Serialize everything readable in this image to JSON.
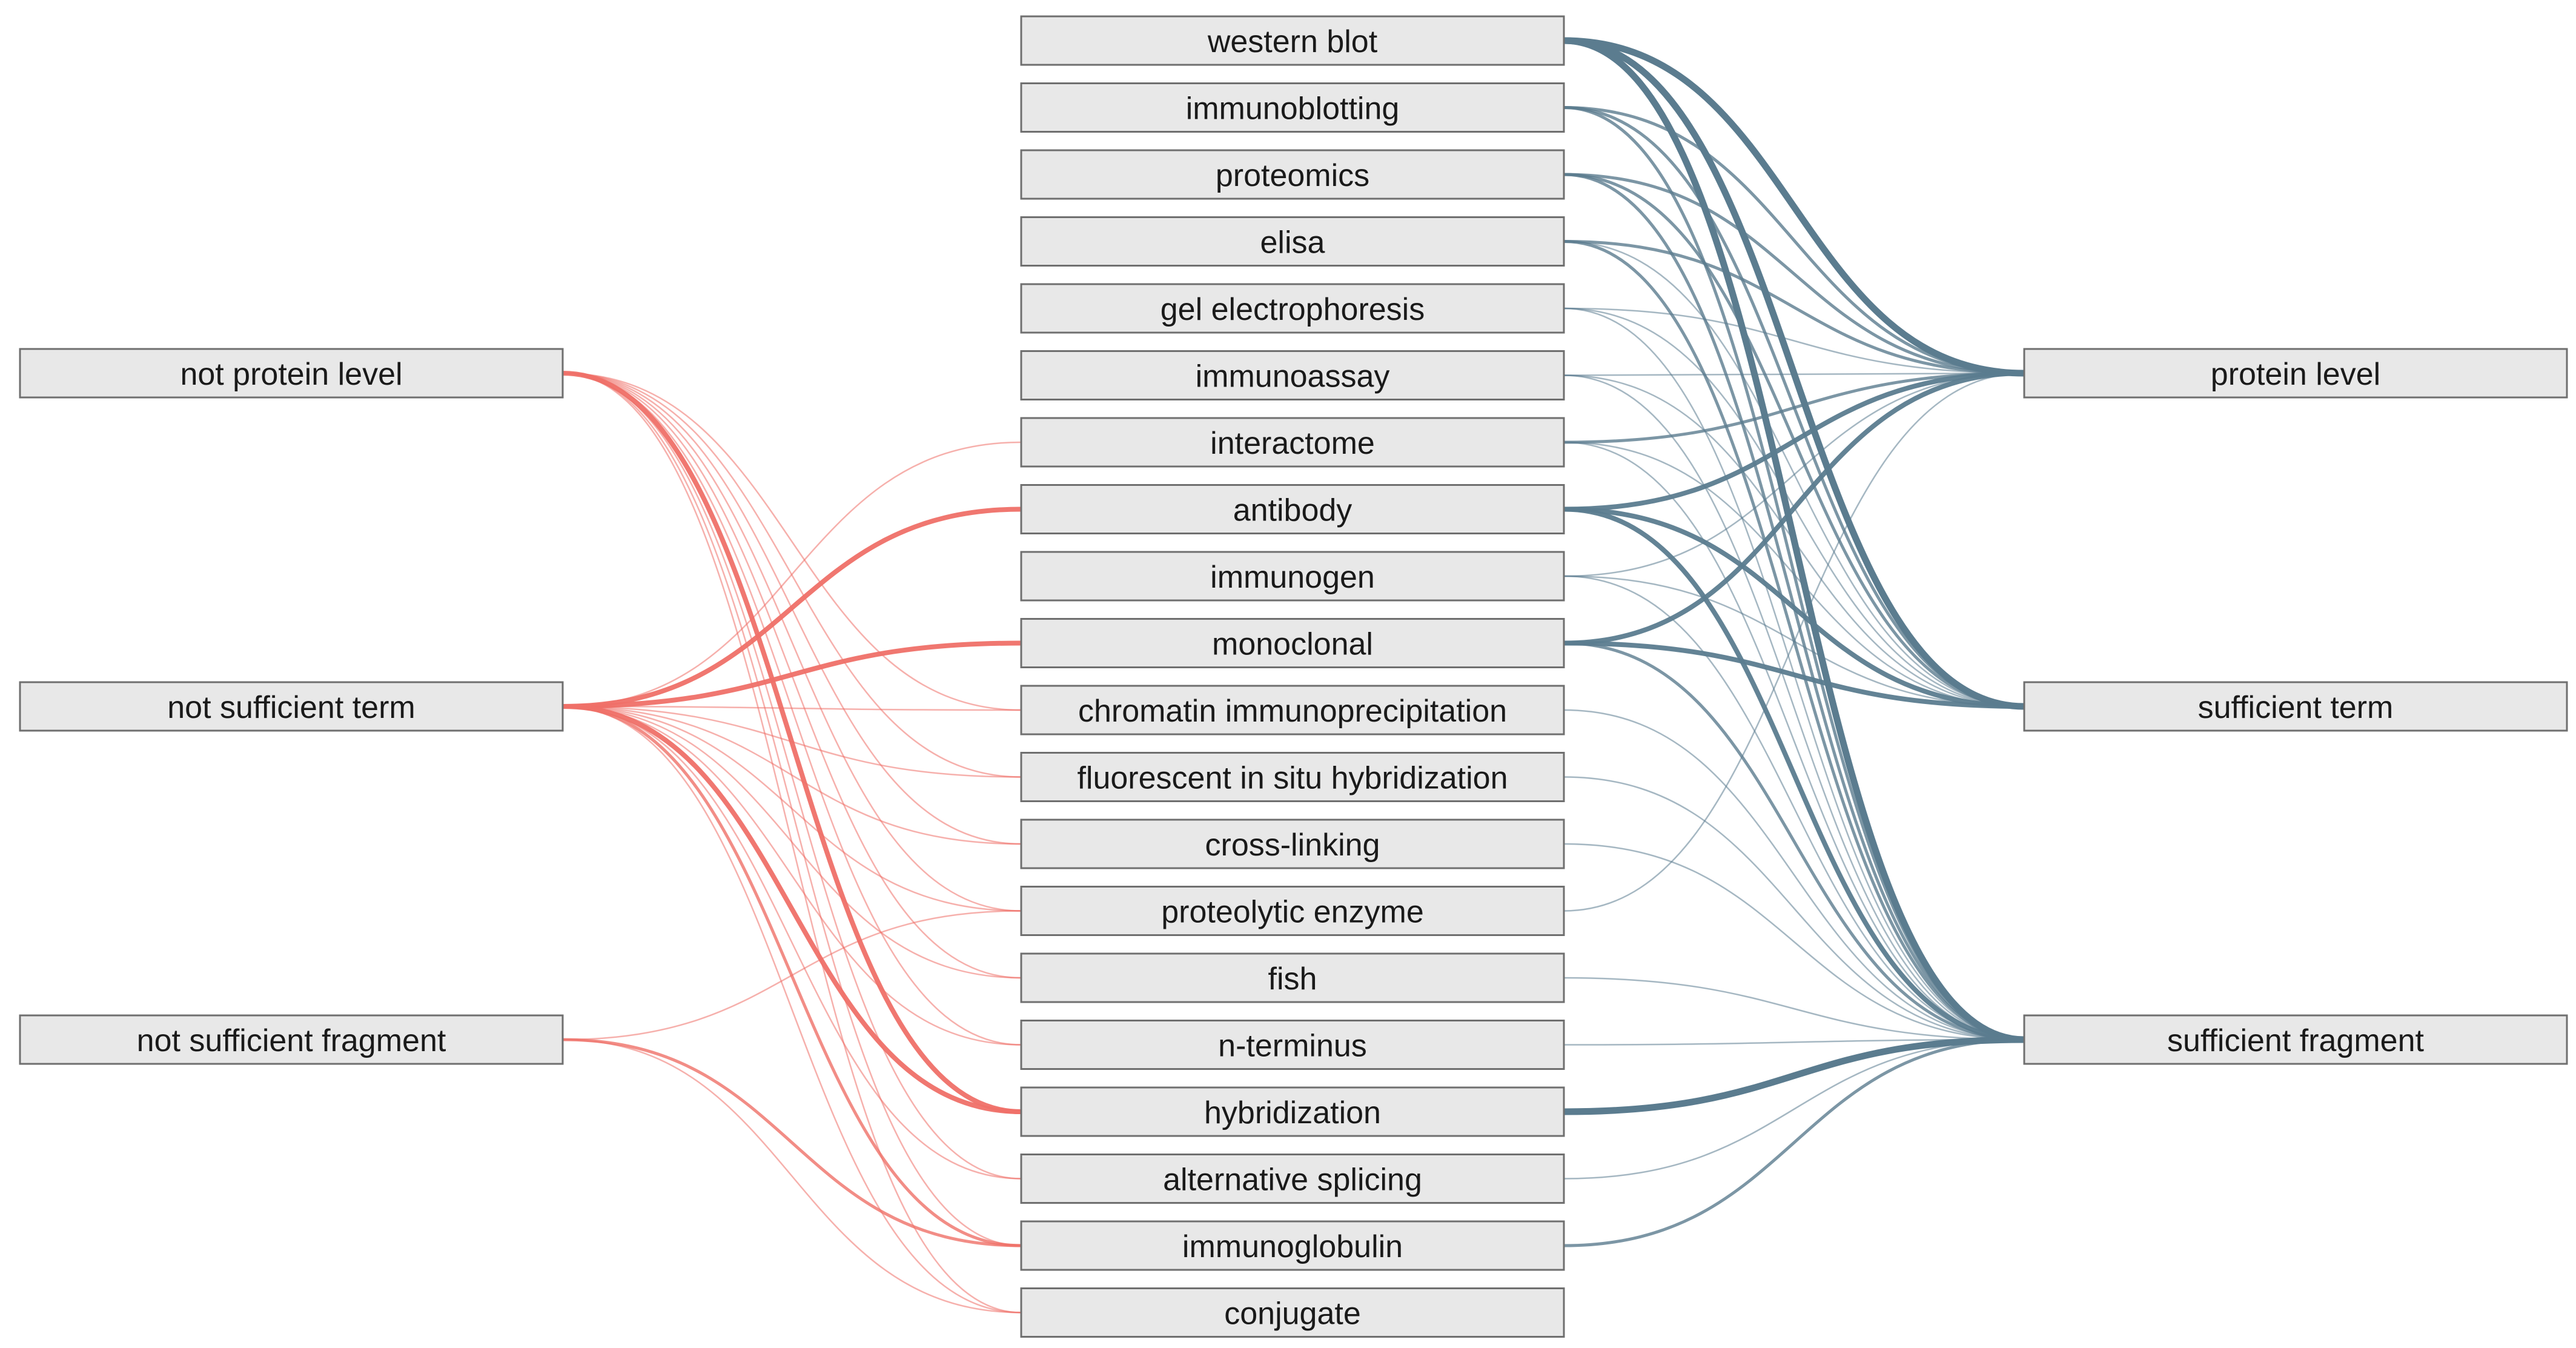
{
  "colors": {
    "negative_edge": "#ef7068",
    "positive_edge": "#5b7c8f",
    "node_fill": "#e8e8e8",
    "node_border": "#6f6f6f"
  },
  "left_nodes": [
    {
      "id": "npl",
      "label": "not protein level"
    },
    {
      "id": "nst",
      "label": "not sufficient term"
    },
    {
      "id": "nsf",
      "label": "not sufficient fragment"
    }
  ],
  "middle_nodes": [
    {
      "id": "wb",
      "label": "western blot"
    },
    {
      "id": "ib",
      "label": "immunoblotting"
    },
    {
      "id": "prot",
      "label": "proteomics"
    },
    {
      "id": "elisa",
      "label": "elisa"
    },
    {
      "id": "gel",
      "label": "gel electrophoresis"
    },
    {
      "id": "ia",
      "label": "immunoassay"
    },
    {
      "id": "inter",
      "label": "interactome"
    },
    {
      "id": "ab",
      "label": "antibody"
    },
    {
      "id": "img",
      "label": "immunogen"
    },
    {
      "id": "mono",
      "label": "monoclonal"
    },
    {
      "id": "chip",
      "label": "chromatin immunoprecipitation"
    },
    {
      "id": "fisf",
      "label": "fluorescent in situ hybridization"
    },
    {
      "id": "xl",
      "label": "cross-linking"
    },
    {
      "id": "pe",
      "label": "proteolytic enzyme"
    },
    {
      "id": "fish",
      "label": "fish"
    },
    {
      "id": "nterm",
      "label": "n-terminus"
    },
    {
      "id": "hyb",
      "label": "hybridization"
    },
    {
      "id": "alt",
      "label": "alternative splicing"
    },
    {
      "id": "igl",
      "label": "immunoglobulin"
    },
    {
      "id": "conj",
      "label": "conjugate"
    }
  ],
  "right_nodes": [
    {
      "id": "pl",
      "label": "protein level"
    },
    {
      "id": "st",
      "label": "sufficient term"
    },
    {
      "id": "sf",
      "label": "sufficient fragment"
    }
  ],
  "edges_left": [
    {
      "from": "npl",
      "to": "chip",
      "weight": 1
    },
    {
      "from": "npl",
      "to": "fisf",
      "weight": 1
    },
    {
      "from": "npl",
      "to": "xl",
      "weight": 1
    },
    {
      "from": "npl",
      "to": "pe",
      "weight": 1
    },
    {
      "from": "npl",
      "to": "fish",
      "weight": 1
    },
    {
      "from": "npl",
      "to": "nterm",
      "weight": 1
    },
    {
      "from": "npl",
      "to": "hyb",
      "weight": 3
    },
    {
      "from": "npl",
      "to": "alt",
      "weight": 1
    },
    {
      "from": "npl",
      "to": "igl",
      "weight": 1
    },
    {
      "from": "npl",
      "to": "conj",
      "weight": 1
    },
    {
      "from": "nst",
      "to": "inter",
      "weight": 1
    },
    {
      "from": "nst",
      "to": "ab",
      "weight": 3
    },
    {
      "from": "nst",
      "to": "mono",
      "weight": 3
    },
    {
      "from": "nst",
      "to": "chip",
      "weight": 1
    },
    {
      "from": "nst",
      "to": "fisf",
      "weight": 1
    },
    {
      "from": "nst",
      "to": "xl",
      "weight": 1
    },
    {
      "from": "nst",
      "to": "pe",
      "weight": 1
    },
    {
      "from": "nst",
      "to": "fish",
      "weight": 1
    },
    {
      "from": "nst",
      "to": "nterm",
      "weight": 1
    },
    {
      "from": "nst",
      "to": "hyb",
      "weight": 3
    },
    {
      "from": "nst",
      "to": "alt",
      "weight": 1
    },
    {
      "from": "nst",
      "to": "igl",
      "weight": 2
    },
    {
      "from": "nst",
      "to": "conj",
      "weight": 1
    },
    {
      "from": "nsf",
      "to": "pe",
      "weight": 1
    },
    {
      "from": "nsf",
      "to": "igl",
      "weight": 2
    },
    {
      "from": "nsf",
      "to": "conj",
      "weight": 1
    }
  ],
  "edges_right": [
    {
      "from": "wb",
      "to": "pl",
      "weight": 4
    },
    {
      "from": "wb",
      "to": "st",
      "weight": 4
    },
    {
      "from": "wb",
      "to": "sf",
      "weight": 4
    },
    {
      "from": "ib",
      "to": "pl",
      "weight": 2
    },
    {
      "from": "ib",
      "to": "st",
      "weight": 2
    },
    {
      "from": "ib",
      "to": "sf",
      "weight": 2
    },
    {
      "from": "prot",
      "to": "pl",
      "weight": 2
    },
    {
      "from": "prot",
      "to": "st",
      "weight": 2
    },
    {
      "from": "prot",
      "to": "sf",
      "weight": 2
    },
    {
      "from": "elisa",
      "to": "pl",
      "weight": 2
    },
    {
      "from": "elisa",
      "to": "st",
      "weight": 1
    },
    {
      "from": "elisa",
      "to": "sf",
      "weight": 2
    },
    {
      "from": "gel",
      "to": "pl",
      "weight": 1
    },
    {
      "from": "gel",
      "to": "st",
      "weight": 1
    },
    {
      "from": "gel",
      "to": "sf",
      "weight": 1
    },
    {
      "from": "ia",
      "to": "pl",
      "weight": 1
    },
    {
      "from": "ia",
      "to": "st",
      "weight": 1
    },
    {
      "from": "ia",
      "to": "sf",
      "weight": 1
    },
    {
      "from": "inter",
      "to": "pl",
      "weight": 2
    },
    {
      "from": "inter",
      "to": "st",
      "weight": 1
    },
    {
      "from": "inter",
      "to": "sf",
      "weight": 1
    },
    {
      "from": "ab",
      "to": "pl",
      "weight": 3
    },
    {
      "from": "ab",
      "to": "st",
      "weight": 3
    },
    {
      "from": "ab",
      "to": "sf",
      "weight": 3
    },
    {
      "from": "img",
      "to": "pl",
      "weight": 1
    },
    {
      "from": "img",
      "to": "st",
      "weight": 1
    },
    {
      "from": "img",
      "to": "sf",
      "weight": 1
    },
    {
      "from": "mono",
      "to": "pl",
      "weight": 3
    },
    {
      "from": "mono",
      "to": "st",
      "weight": 3
    },
    {
      "from": "mono",
      "to": "sf",
      "weight": 2
    },
    {
      "from": "chip",
      "to": "sf",
      "weight": 1
    },
    {
      "from": "fisf",
      "to": "sf",
      "weight": 1
    },
    {
      "from": "xl",
      "to": "sf",
      "weight": 1
    },
    {
      "from": "pe",
      "to": "pl",
      "weight": 1
    },
    {
      "from": "fish",
      "to": "sf",
      "weight": 1
    },
    {
      "from": "nterm",
      "to": "sf",
      "weight": 1
    },
    {
      "from": "hyb",
      "to": "sf",
      "weight": 4
    },
    {
      "from": "alt",
      "to": "sf",
      "weight": 1
    },
    {
      "from": "igl",
      "to": "sf",
      "weight": 2
    }
  ]
}
